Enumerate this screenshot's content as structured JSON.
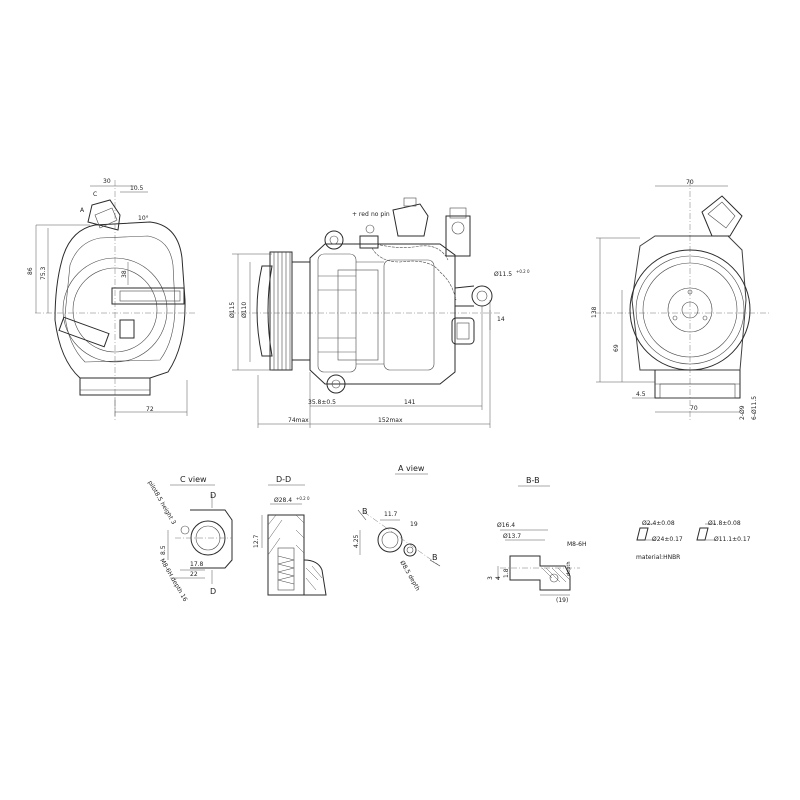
{
  "front_left_view": {
    "dims": {
      "top_a": "30",
      "top_b": "10.5",
      "angle": "10°",
      "mark_a": "A",
      "mark_c": "C",
      "height_86": "86",
      "height_75": "75.3",
      "inner": "38",
      "width_72": "72"
    }
  },
  "side_view": {
    "notes": {
      "red": "+ red",
      "nopin": "no pin"
    },
    "dims": {
      "dia115": "Ø115",
      "dia110": "Ø110",
      "dia11": "Ø11.5",
      "tol11": "+0.2 0",
      "d14": "14",
      "d35": "35.8±0.5",
      "d141": "141",
      "d74": "74max",
      "d152": "152max"
    }
  },
  "right_view": {
    "dims": {
      "top70": "70",
      "h138": "138",
      "h69": "69",
      "d45": "4.5",
      "w70": "70",
      "holes2": "2-Ø9",
      "holes6": "6-Ø11.5"
    }
  },
  "details": {
    "c_view": {
      "title": "C view",
      "pilot": "pilot8.5 height 3",
      "m": "M8-6H depth 16",
      "d85": "8.5",
      "d178": "17.8",
      "d22": "22",
      "sec_top": "D",
      "sec_bot": "D"
    },
    "dd": {
      "title": "D-D",
      "dia": "Ø28.4",
      "tol": "+0.2 0",
      "h": "12.7"
    },
    "a_view": {
      "title": "A view",
      "d117": "11.7",
      "d19": "19",
      "d25": "4.25",
      "hole": "Ø8.5 depth",
      "b1": "B",
      "b2": "B"
    },
    "bb": {
      "title": "B-B",
      "d164": "Ø16.4",
      "d137": "Ø13.7",
      "thread": "M8-6H",
      "d19": "(19)",
      "d3": "3",
      "d4": "4",
      "d18": "1.8",
      "depth": "depth"
    },
    "orings": {
      "r1_a": "Ø2.4±0.08",
      "r1_b": "Ø24±0.17",
      "r2_a": "Ø1.8±0.08",
      "r2_b": "Ø11.1±0.17",
      "material": "material:HNBR"
    }
  }
}
